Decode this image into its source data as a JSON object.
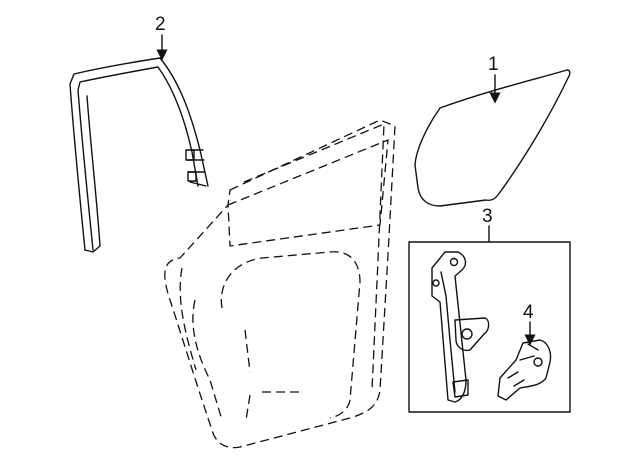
{
  "diagram": {
    "callouts": [
      {
        "id": "1",
        "text": "1"
      },
      {
        "id": "2",
        "text": "2"
      },
      {
        "id": "3",
        "text": "3"
      },
      {
        "id": "4",
        "text": "4"
      }
    ]
  }
}
